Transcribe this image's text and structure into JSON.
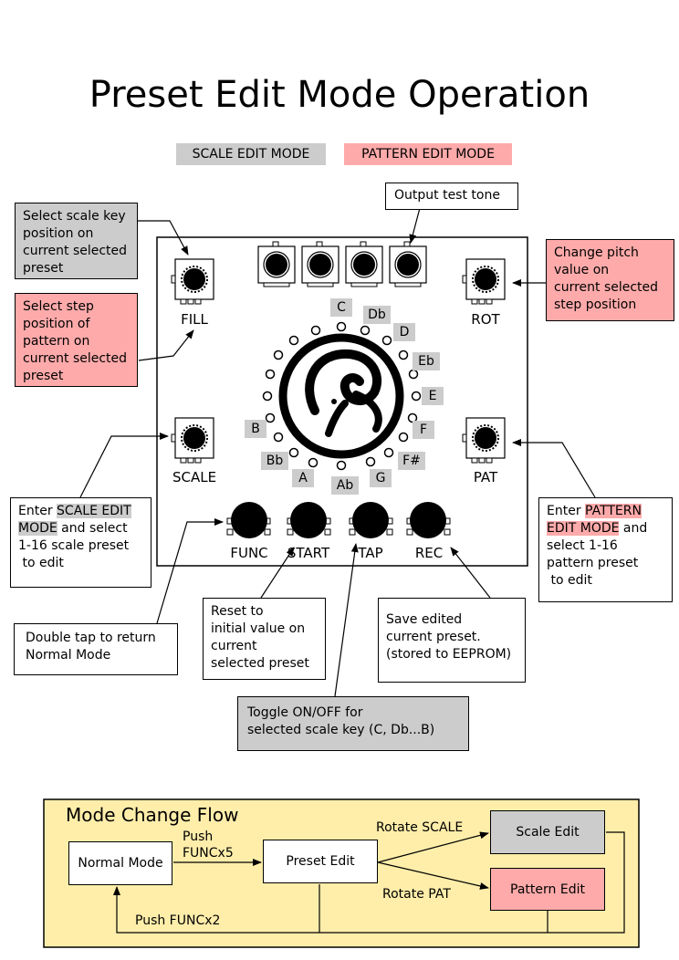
{
  "title": "Preset Edit Mode Operation",
  "legend": {
    "scale": "SCALE EDIT MODE",
    "pattern": "PATTERN EDIT MODE"
  },
  "colors": {
    "scale": "#cccccc",
    "pattern": "#ffaaaa",
    "flow_bg": "#ffeeaa"
  },
  "panel": {
    "knobs": {
      "fill": "FILL",
      "rot": "ROT",
      "scale": "SCALE",
      "pat": "PAT"
    },
    "buttons": {
      "func": "FUNC",
      "start": "START",
      "tap": "TAP",
      "rec": "REC"
    },
    "notes": [
      "C",
      "Db",
      "D",
      "Eb",
      "E",
      "F",
      "F#",
      "G",
      "Ab",
      "A",
      "Bb",
      "B"
    ]
  },
  "callouts": {
    "output_test_tone": "Output test tone",
    "select_scale_key": [
      "Select scale key",
      "position on",
      "current selected",
      "preset"
    ],
    "select_step": [
      "Select step",
      "position of",
      "pattern on",
      "current selected",
      "preset"
    ],
    "change_pitch": [
      "Change pitch",
      "value on",
      "current selected",
      "step position"
    ],
    "enter_scale": {
      "pre": "Enter ",
      "hl1": "SCALE EDIT",
      "hl2": "MODE",
      "post1": " and select",
      "line3": "1-16 scale preset",
      "line4": " to edit"
    },
    "enter_pattern": {
      "pre": "Enter ",
      "hl1": "PATTERN",
      "hl2": "EDIT MODE",
      "post2": " and",
      "line3": "select 1-16",
      "line4": "pattern preset",
      "line5": " to edit"
    },
    "double_tap": [
      "Double tap to return",
      "Normal Mode"
    ],
    "reset": [
      "Reset to",
      "initial value on",
      "current",
      "selected preset"
    ],
    "save": [
      "Save edited",
      "current preset.",
      "(stored to EEPROM)"
    ],
    "toggle": [
      "Toggle ON/OFF for",
      "selected scale key (C, Db...B)"
    ]
  },
  "flow": {
    "title": "Mode Change Flow",
    "normal": "Normal Mode",
    "preset": "Preset Edit",
    "scale_edit": "Scale Edit",
    "pattern_edit": "Pattern Edit",
    "push_funcx5": [
      "Push",
      "FUNCx5"
    ],
    "rotate_scale": "Rotate SCALE",
    "rotate_pat": "Rotate PAT",
    "push_funcx2": "Push FUNCx2"
  }
}
